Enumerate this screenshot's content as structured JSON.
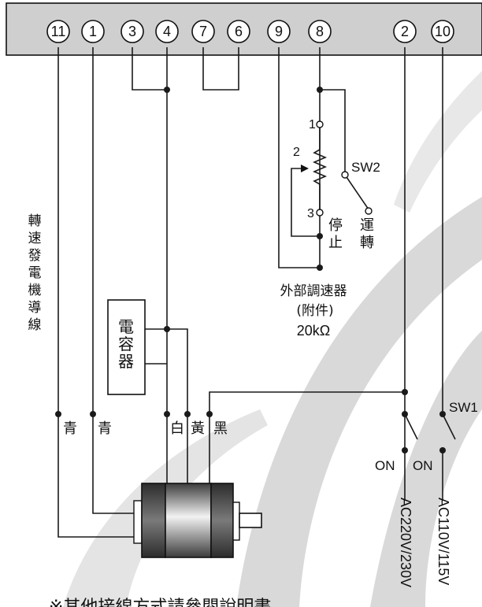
{
  "terminals": [
    "11",
    "1",
    "3",
    "4",
    "7",
    "6",
    "9",
    "8",
    "2",
    "10"
  ],
  "labels": {
    "tach_wire": "轉速發電機導線",
    "capacitor": "電容器",
    "wire_blue_1": "青",
    "wire_blue_2": "青",
    "wire_white": "白",
    "wire_yellow": "黃",
    "wire_black": "黑",
    "pot_pin_1": "1",
    "pot_pin_2": "2",
    "pot_pin_3": "3",
    "sw2": "SW2",
    "stop": "停止",
    "run": "運轉",
    "ext_speed_ctrl": "外部調速器",
    "accessory": "(附件)",
    "resistance": "20kΩ",
    "sw1": "SW1",
    "on_1": "ON",
    "on_2": "ON",
    "ac_220": "AC220V/230V",
    "ac_110": "AC110V/115V",
    "footnote": "※其他接線方式請參閱說明書。"
  },
  "colors": {
    "background": "#ffffff",
    "terminal_block": "#cfcfcf",
    "watermark": "#d9d9d9",
    "motor_dark": "#4a4a4a",
    "motor_mid": "#8a8a8a",
    "motor_light": "#e6e6e6"
  }
}
